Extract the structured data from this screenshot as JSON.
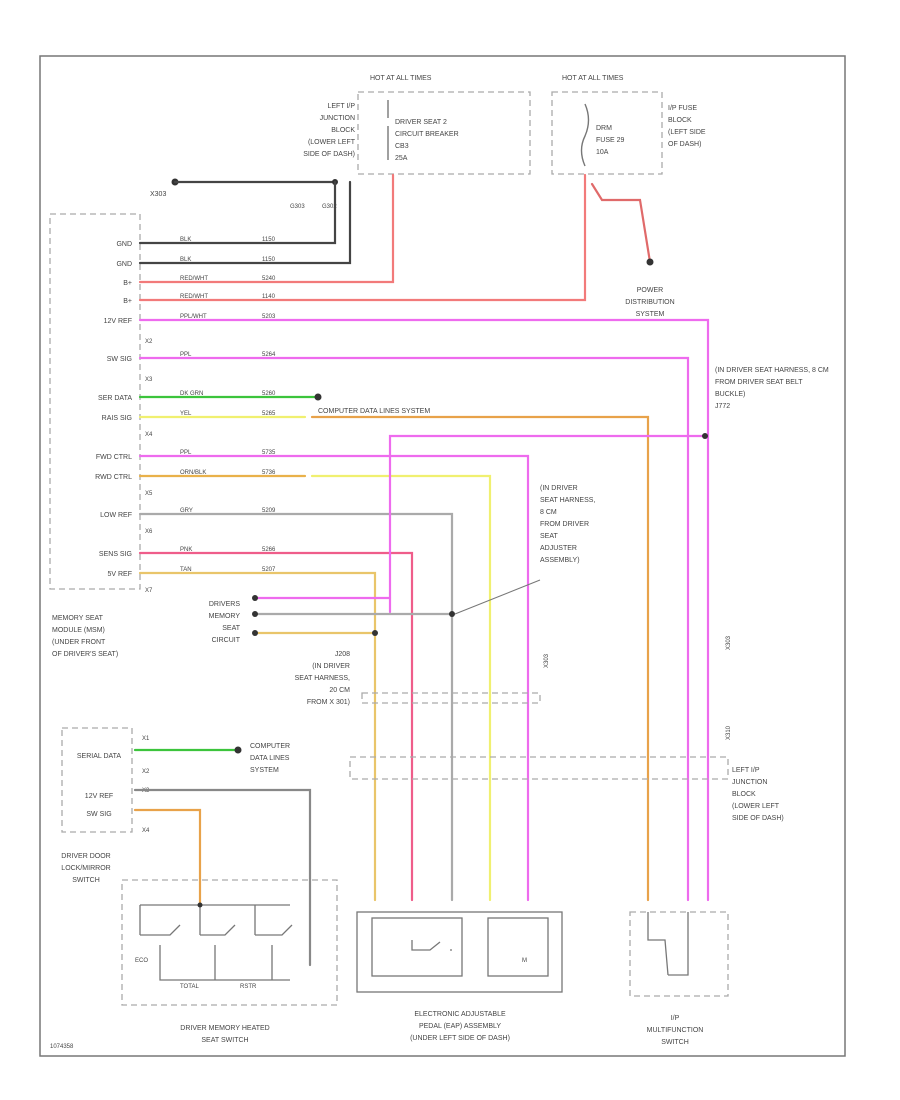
{
  "colors": {
    "black": "#444444",
    "red_white": "#f27a7a",
    "purple_white": "#ee6bee",
    "purple": "#ee6bee",
    "dk_green": "#3cc43c",
    "yellow": "#f0f070",
    "orange": "#e8a24a",
    "gray": "#aaaaaa",
    "pink": "#ef5d8a",
    "tan": "#e9c56a",
    "gray_black": "#888888",
    "frame": "#777777"
  },
  "hot_left": {
    "title": "HOT AT ALL TIMES",
    "fuse": [
      "DRIVER SEAT 2",
      "CIRCUIT BREAKER",
      "CB3",
      "25A"
    ],
    "location": [
      "LEFT I/P",
      "JUNCTION",
      "BLOCK",
      "(LOWER LEFT",
      "SIDE OF DASH)"
    ]
  },
  "hot_right": {
    "title": "HOT AT ALL TIMES",
    "fuse": [
      "DRM",
      "FUSE 29",
      "10A"
    ],
    "location": [
      "I/P FUSE",
      "BLOCK",
      "(LEFT SIDE",
      "OF DASH)"
    ]
  },
  "power_dist": [
    "POWER",
    "DISTRIBUTION",
    "SYSTEM"
  ],
  "ground": {
    "x": "X303",
    "g": [
      "G303",
      "G302"
    ]
  },
  "module_pins": [
    {
      "label": "GND",
      "circuit": "BLK",
      "num": "1150"
    },
    {
      "label": "GND",
      "circuit": "BLK",
      "num": "1150"
    },
    {
      "label": "B+",
      "circuit": "RED/WHT",
      "num": "5240"
    },
    {
      "label": "B+",
      "circuit": "RED/WHT",
      "num": "1140"
    },
    {
      "label": "12V REF",
      "circuit": "PPL/WHT",
      "num": "5203"
    },
    {
      "label": "SW SIG",
      "circuit": "PPL",
      "num": "5264"
    },
    {
      "label": "SER DATA",
      "circuit": "DK GRN",
      "num": "5260"
    },
    {
      "label": "RAIS SIG",
      "circuit": "YEL",
      "num": "5265"
    },
    {
      "label": "FWD CTRL",
      "circuit": "PPL",
      "num": "5735"
    },
    {
      "label": "RWD CTRL",
      "circuit": "ORN/BLK",
      "num": "5736"
    },
    {
      "label": "LOW REF",
      "circuit": "GRY",
      "num": "5209"
    },
    {
      "label": "SENS SIG",
      "circuit": "PNK",
      "num": "5266"
    },
    {
      "label": "5V REF",
      "circuit": "TAN",
      "num": "5207"
    }
  ],
  "connectors": [
    "X1",
    "X2",
    "X3",
    "X4",
    "X5",
    "X6",
    "X7"
  ],
  "module_name": [
    "MEMORY SEAT",
    "MODULE (MSM)",
    "(UNDER FRONT",
    "OF DRIVER'S SEAT)"
  ],
  "data_text": "COMPUTER DATA LINES SYSTEM",
  "harness_1": [
    "(IN DRIVER SEAT HARNESS, 8 CM",
    "FROM DRIVER SEAT BELT",
    "BUCKLE)",
    "J772"
  ],
  "harness_2": [
    "(IN DRIVER",
    "SEAT HARNESS,",
    "8 CM",
    "FROM DRIVER",
    "SEAT",
    "ADJUSTER",
    "ASSEMBLY)"
  ],
  "j208": [
    "J208",
    "(IN DRIVER",
    "SEAT HARNESS,",
    "20 CM",
    "FROM X 301)"
  ],
  "drivers_memory": [
    "DRIVERS",
    "MEMORY",
    "SEAT",
    "CIRCUIT"
  ],
  "x303_tag": "X303",
  "x310_tag": "X310",
  "ip_junction": [
    "LEFT I/P",
    "JUNCTION",
    "BLOCK",
    "(LOWER LEFT",
    "SIDE OF DASH)"
  ],
  "door_switch_pins": [
    "SERIAL DATA",
    "12V REF",
    "SW SIG"
  ],
  "door_switch_conn": [
    "X1",
    "X2",
    "X3",
    "X4"
  ],
  "door_switch_name": [
    "DRIVER DOOR",
    "LOCK/MIRROR",
    "SWITCH"
  ],
  "seat_switch_btns": [
    "ECO",
    "TOTAL",
    "RSTR"
  ],
  "seat_switch_name": [
    "DRIVER MEMORY HEATED",
    "SEAT SWITCH"
  ],
  "eap_name": [
    "ELECTRONIC ADJUSTABLE",
    "PEDAL (EAP) ASSEMBLY",
    "(UNDER LEFT SIDE OF DASH)"
  ],
  "ip_mf_name": [
    "I/P",
    "MULTIFUNCTION",
    "SWITCH"
  ],
  "footer_code": "1074358"
}
